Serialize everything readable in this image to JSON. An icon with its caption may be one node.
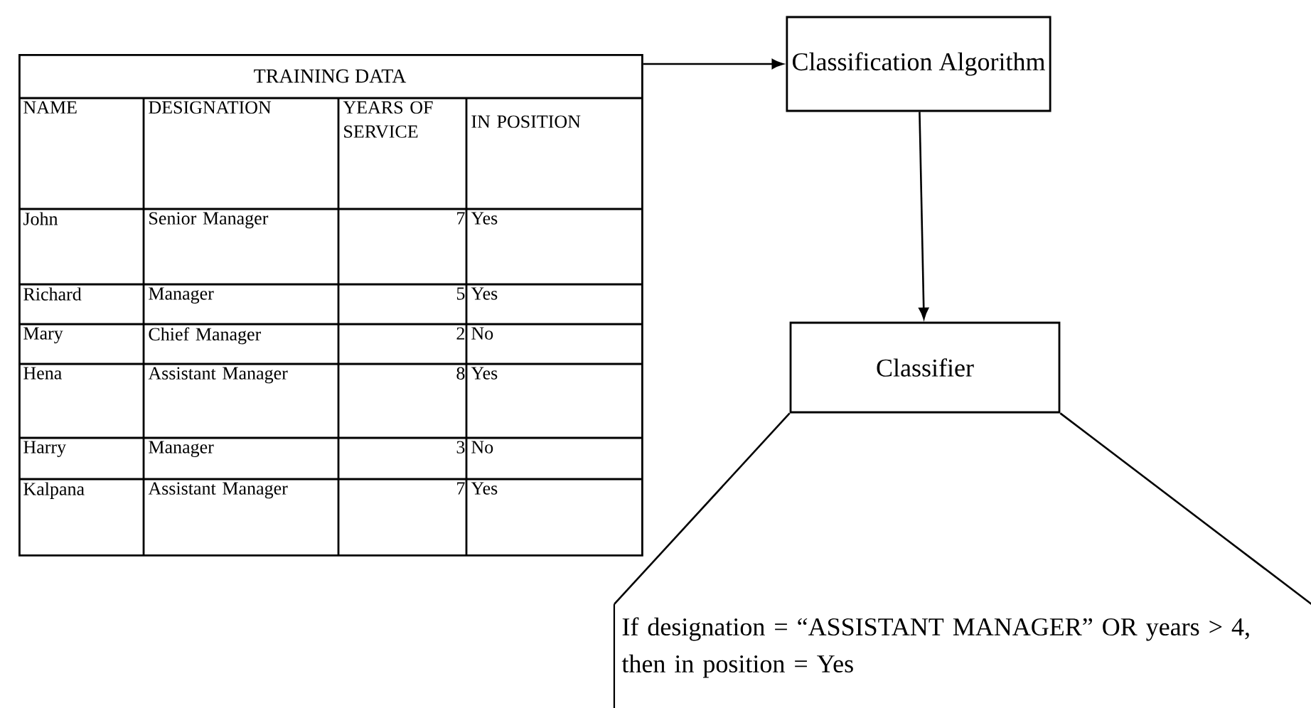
{
  "diagram": {
    "nodes": [
      {
        "text": [
          "TRAINING DATA"
        ]
      },
      {
        "text": [
          "Classification Algorithm"
        ]
      },
      {
        "text": [
          "Classifier"
        ]
      },
      {
        "text": [
          "If designation = “ASSISTANT MANAGER” OR years > 4, then in position = Yes"
        ]
      }
    ],
    "edges": [
      {
        "from": 0,
        "to": 1,
        "arrow": "to"
      },
      {
        "from": 1,
        "to": 2,
        "arrow": "to"
      },
      {
        "from": 2,
        "to": 3,
        "arrow": "none"
      },
      {
        "from": 2,
        "to": 3,
        "arrow": "none"
      }
    ],
    "labels": [
      "NAME",
      "DESIGNATION",
      "YEARS OF SERVICE",
      "IN POSITION",
      "John",
      "Senior Manager",
      "7",
      "Yes",
      "Richard",
      "Manager",
      "5",
      "Yes",
      "Mary",
      "Chief Manager",
      "2",
      "No",
      "Hena",
      "Assistant Manager",
      "8",
      "Yes",
      "Harry",
      "Manager",
      "3",
      "No",
      "Kalpana",
      "Assistant Manager",
      "7",
      "Yes"
    ]
  }
}
